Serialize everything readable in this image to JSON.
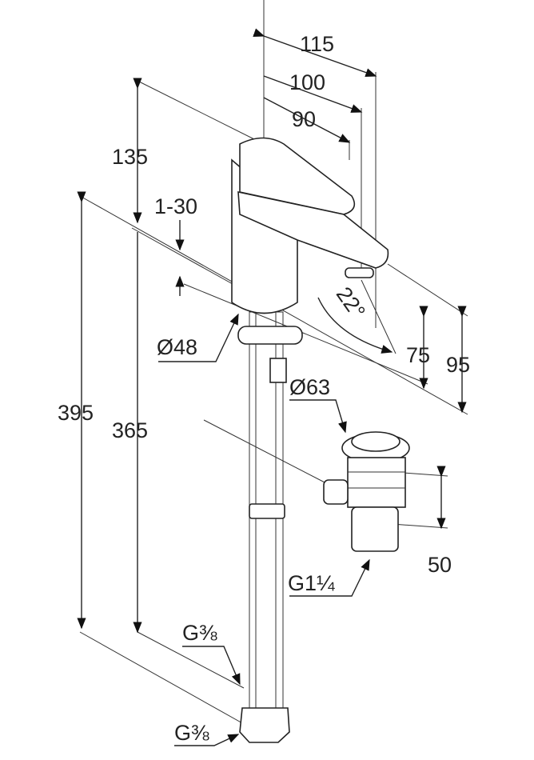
{
  "title": "Basin mixer dimension drawing",
  "dimensions": {
    "d115": "115",
    "d100": "100",
    "d90": "90",
    "d135": "135",
    "d1_30": "1-30",
    "angle": "22°",
    "dia48": "Ø48",
    "d75": "75",
    "d95": "95",
    "dia63": "Ø63",
    "d395": "395",
    "d365": "365",
    "d50": "50",
    "thread_drain": "G1¼",
    "thread_hose_1": "G⅜",
    "thread_hose_2": "G⅜"
  }
}
